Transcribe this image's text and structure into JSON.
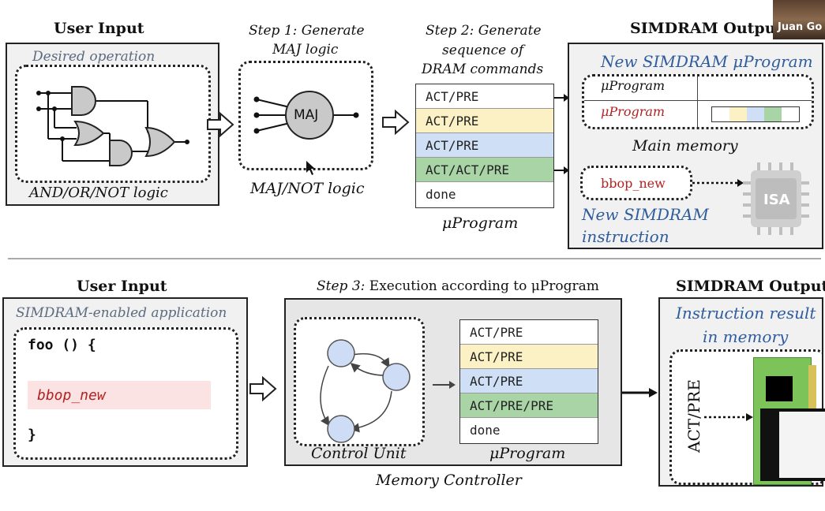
{
  "top": {
    "user_input": {
      "header": "User Input",
      "box_title": "Desired operation",
      "caption": "AND/OR/NOT logic"
    },
    "step1": {
      "title_line1": "Step 1: Generate",
      "title_line2": "MAJ logic",
      "gate_label": "MAJ",
      "caption": "MAJ/NOT logic"
    },
    "step2": {
      "title_line1": "Step 2: Generate",
      "title_line2": "sequence of",
      "title_line3": "DRAM commands",
      "rows": [
        "ACT/PRE",
        "ACT/PRE",
        "ACT/PRE",
        "ACT/ACT/PRE",
        "done"
      ],
      "row_colors": [
        "#ffffff",
        "#fbf1c4",
        "#cfdff5",
        "#a8d4a6",
        "#ffffff"
      ],
      "caption": "μProgram"
    },
    "output": {
      "header": "SIMDRAM Output",
      "new_uprogram": "New SIMDRAM μProgram",
      "mem_row1": "μProgram",
      "mem_row2": "μProgram",
      "main_memory": "Main memory",
      "bbop": "bbop_new",
      "new_instr_line1": "New SIMDRAM",
      "new_instr_line2": "instruction",
      "isa": "ISA",
      "stripe_colors": [
        "#ffffff",
        "#fbf1c4",
        "#cfdff5",
        "#a8d4a6",
        "#ffffff"
      ]
    }
  },
  "bottom": {
    "user_input": {
      "header": "User Input",
      "box_title": "SIMDRAM-enabled application",
      "code_line1": "foo () {",
      "code_line2": "bbop_new",
      "code_line3": "}"
    },
    "step3": {
      "title_italic": "Step 3:",
      "title_rest": " Execution according to μProgram",
      "control_unit": "Control Unit",
      "rows": [
        "ACT/PRE",
        "ACT/PRE",
        "ACT/PRE",
        "ACT/PRE/PRE",
        "done"
      ],
      "row_colors": [
        "#ffffff",
        "#fbf1c4",
        "#cfdff5",
        "#a8d4a6",
        "#ffffff"
      ],
      "uprogram": "μProgram",
      "memory_controller": "Memory Controller"
    },
    "output": {
      "header": "SIMDRAM Output",
      "result_line1": "Instruction result",
      "result_line2": "in memory",
      "vertical_cmd": "ACT/PRE"
    }
  },
  "overlay": {
    "participant_name": "Juan Go"
  },
  "colors": {
    "panel_gray": "#ececec",
    "blue_text": "#2e5c9e",
    "red_text": "#b32222",
    "chip_green": "#7cc35a"
  }
}
